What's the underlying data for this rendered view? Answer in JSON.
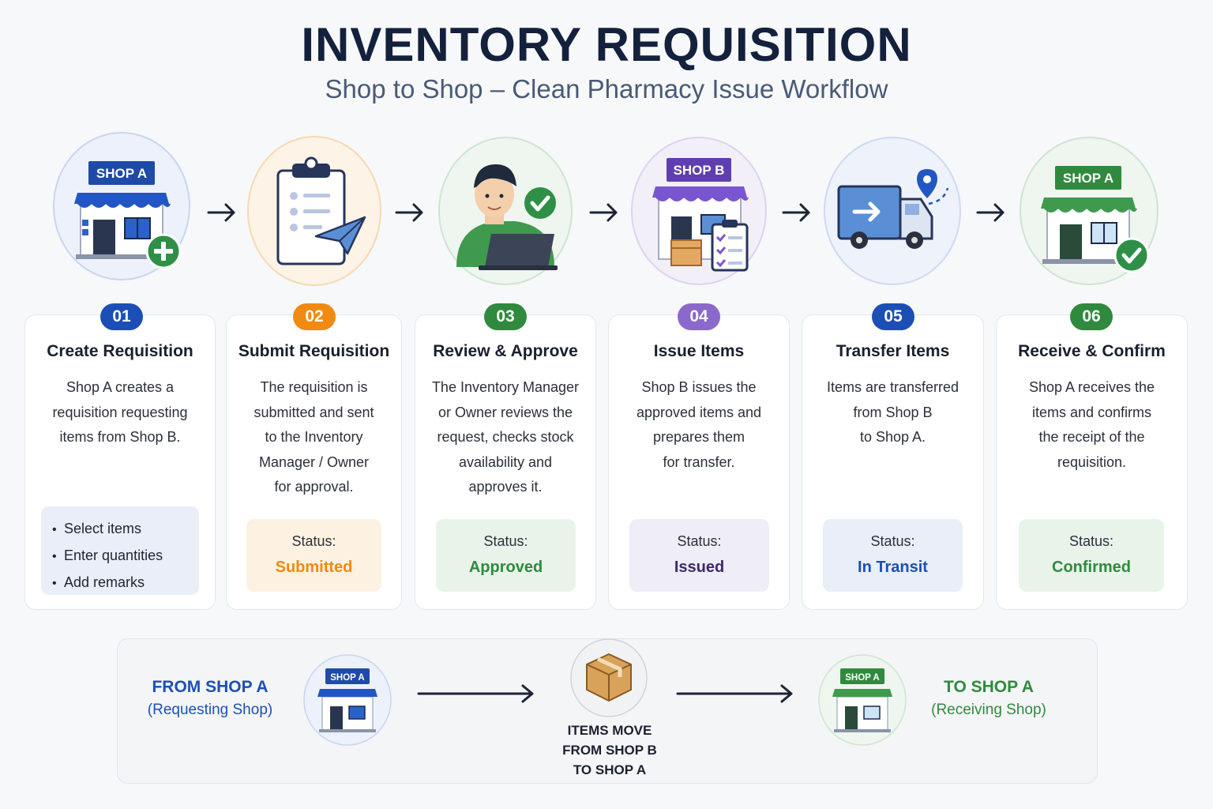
{
  "header": {
    "title": "INVENTORY REQUISITION",
    "subtitle": "Shop to Shop – Clean Pharmacy Issue Workflow"
  },
  "colors": {
    "blue": "#1c4fb5",
    "orange": "#f08a12",
    "green": "#2f8a3e",
    "purple": "#8a68cc",
    "navy": "#14213d"
  },
  "steps": [
    {
      "number": "01",
      "title": "Create Requisition",
      "description": "Shop A creates a\nrequisition requesting\nitems from Shop B.",
      "icon": "shop-add-icon",
      "sign": "SHOP A",
      "bullets": [
        "Select items",
        "Enter quantities",
        "Add remarks"
      ]
    },
    {
      "number": "02",
      "title": "Submit Requisition",
      "description": "The requisition is\nsubmitted and sent\nto the Inventory\nManager / Owner\nfor approval.",
      "icon": "clipboard-send-icon",
      "status_label": "Status:",
      "status_value": "Submitted"
    },
    {
      "number": "03",
      "title": "Review & Approve",
      "description": "The Inventory Manager\nor Owner reviews the\nrequest, checks stock\navailability and\napproves it.",
      "icon": "manager-laptop-icon",
      "status_label": "Status:",
      "status_value": "Approved"
    },
    {
      "number": "04",
      "title": "Issue Items",
      "description": "Shop B issues the\napproved items and\nprepares them\nfor transfer.",
      "icon": "shop-issue-icon",
      "sign": "SHOP B",
      "status_label": "Status:",
      "status_value": "Issued"
    },
    {
      "number": "05",
      "title": "Transfer Items",
      "description": "Items are transferred\nfrom Shop B\nto Shop A.",
      "icon": "delivery-truck-icon",
      "status_label": "Status:",
      "status_value": "In Transit"
    },
    {
      "number": "06",
      "title": "Receive & Confirm",
      "description": "Shop A receives the\nitems and confirms\nthe receipt of the\nrequisition.",
      "icon": "shop-confirm-icon",
      "sign": "SHOP A",
      "status_label": "Status:",
      "status_value": "Confirmed"
    }
  ],
  "flow": {
    "from_title": "FROM SHOP A",
    "from_sub": "(Requesting Shop)",
    "from_sign": "SHOP A",
    "middle": "ITEMS MOVE\nFROM SHOP B\nTO SHOP A",
    "to_title": "TO SHOP A",
    "to_sub": "(Receiving Shop)",
    "to_sign": "SHOP A"
  }
}
